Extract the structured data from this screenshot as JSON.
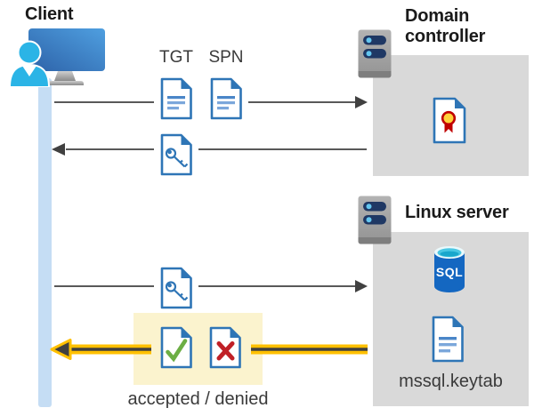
{
  "labels": {
    "client": "Client",
    "domain_controller": "Domain controller",
    "linux_server": "Linux server",
    "tgt": "TGT",
    "spn": "SPN",
    "sql": "SQL",
    "keytab": "mssql.keytab",
    "accepted_denied": "accepted / denied"
  },
  "icons": {
    "client": "person-at-computer-icon",
    "domain_controller_server": "server-icon",
    "linux_server": "server-icon",
    "tgt_document": "document-icon",
    "spn_document": "document-icon",
    "ticket_key_returned": "key-document-icon",
    "ticket_key_presented": "key-document-icon",
    "certificate": "certificate-document-icon",
    "sql_database": "sql-database-icon",
    "keytab_document": "document-icon",
    "accepted": "check-document-icon",
    "denied": "x-document-icon"
  },
  "colors": {
    "doc_border": "#2E75B6",
    "doc_line": "#7BA7DB",
    "doc_line_dark": "#4A86C8",
    "gray_box": "#D9D9D9",
    "timeline": "#C5DDF4",
    "arrow_gray": "#595959",
    "arrow_dark": "#404040",
    "arrow_yellow": "#FFC000",
    "highlight_yellow": "#FBF3CE",
    "check_green": "#6CAE44",
    "deny_red": "#C02026",
    "cert_yellow": "#FFD23B",
    "cert_red": "#C00000",
    "server_gray": "#A6A6A6",
    "server_gray_dark": "#7E7E7E",
    "server_pill_navy": "#1F3864",
    "server_dot_blue": "#64C7F0",
    "sql_blue": "#1467C1",
    "sql_cyan": "#49C7E3",
    "person_cyan": "#2BB4E6",
    "monitor_blue_dark": "#2D62A8",
    "monitor_blue_light": "#4F9FE0",
    "heading_text": "#1A1A1A",
    "label_text": "#3A3A3A"
  }
}
